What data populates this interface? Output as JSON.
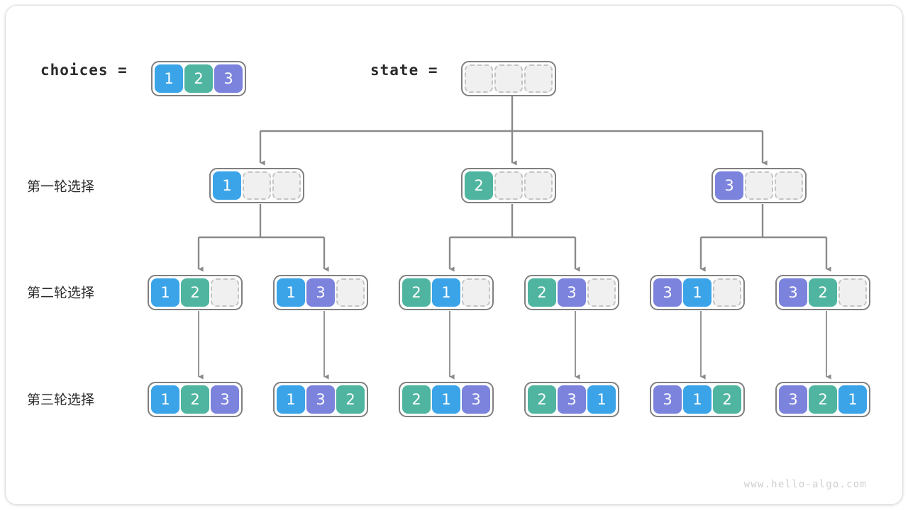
{
  "watermark": "www.hello-algo.com",
  "colors": {
    "value_1": "#3ba4e8",
    "value_2": "#4fb5a0",
    "value_3": "#7b83dd",
    "empty_cell": "#f0f0f0",
    "node_border": "#808080",
    "arrow": "#8a8a8a",
    "text": "#2b2b2b"
  },
  "header": {
    "choices_label": "choices =",
    "choices_values": [
      "1",
      "2",
      "3"
    ],
    "state_label": "state =",
    "state_values": [
      "",
      "",
      ""
    ]
  },
  "rows": [
    {
      "label": "第一轮选择"
    },
    {
      "label": "第二轮选择"
    },
    {
      "label": "第三轮选择"
    }
  ],
  "level1": [
    {
      "values": [
        "1",
        "",
        ""
      ]
    },
    {
      "values": [
        "2",
        "",
        ""
      ]
    },
    {
      "values": [
        "3",
        "",
        ""
      ]
    }
  ],
  "level2": [
    {
      "values": [
        "1",
        "2",
        ""
      ]
    },
    {
      "values": [
        "1",
        "3",
        ""
      ]
    },
    {
      "values": [
        "2",
        "1",
        ""
      ]
    },
    {
      "values": [
        "2",
        "3",
        ""
      ]
    },
    {
      "values": [
        "3",
        "1",
        ""
      ]
    },
    {
      "values": [
        "3",
        "2",
        ""
      ]
    }
  ],
  "level3": [
    {
      "values": [
        "1",
        "2",
        "3"
      ]
    },
    {
      "values": [
        "1",
        "3",
        "2"
      ]
    },
    {
      "values": [
        "2",
        "1",
        "3"
      ]
    },
    {
      "values": [
        "2",
        "3",
        "1"
      ]
    },
    {
      "values": [
        "3",
        "1",
        "2"
      ]
    },
    {
      "values": [
        "3",
        "2",
        "1"
      ]
    }
  ]
}
